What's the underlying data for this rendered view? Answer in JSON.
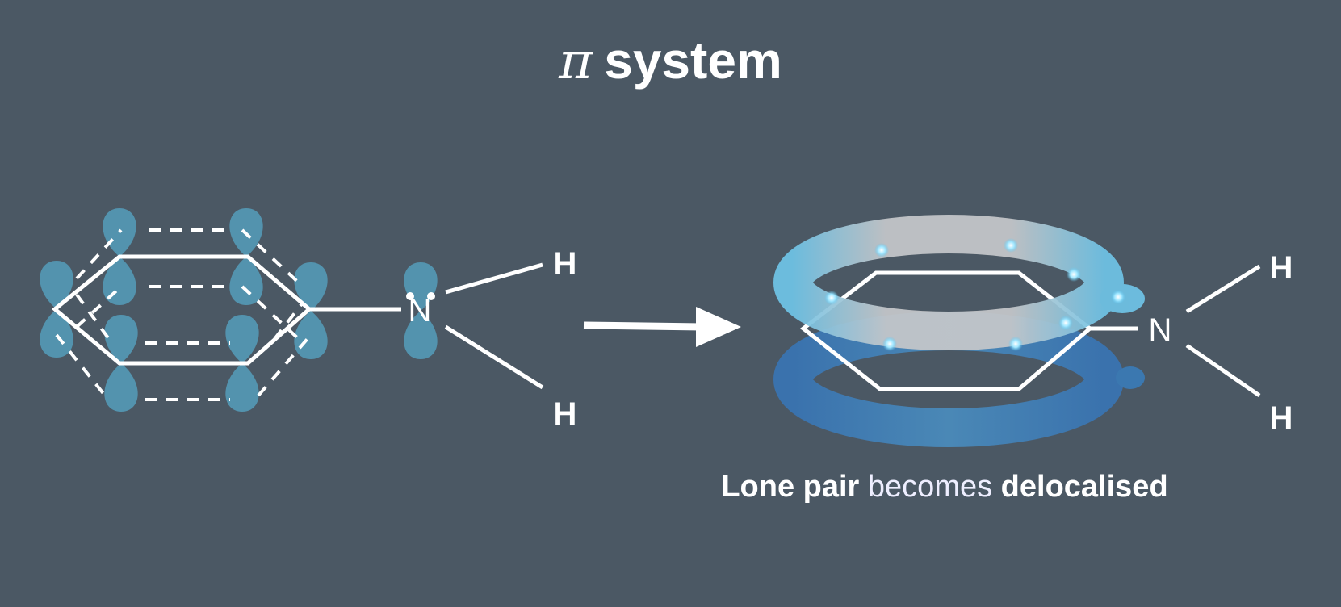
{
  "title": {
    "symbol": "π",
    "text": "system"
  },
  "left_molecule": {
    "n_label": "N",
    "h_top": "H",
    "h_bottom": "H"
  },
  "right_molecule": {
    "n_label": "N",
    "h_top": "H",
    "h_bottom": "H"
  },
  "caption": {
    "part1": "Lone pair",
    "part2": " becomes ",
    "part3": "delocalised"
  },
  "colors": {
    "background": "#4b5864",
    "lobe": "#5393ae",
    "ring_upper": "#c3c6ca",
    "ring_lower": "#3b78b0",
    "electron": "#8fe0ff"
  }
}
